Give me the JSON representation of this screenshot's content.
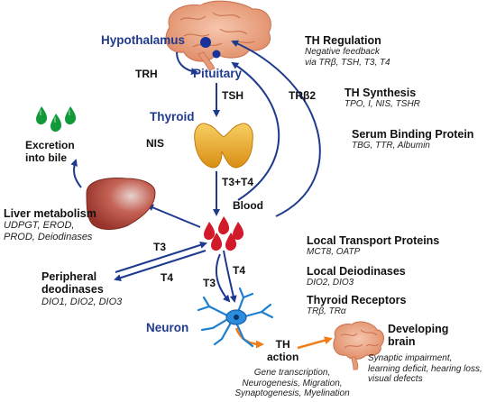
{
  "labels": {
    "hypothalamus": "Hypothalamus",
    "trh": "TRH",
    "pituitary": "Pituitary",
    "tsh": "TSH",
    "thyroid": "Thyroid",
    "nis": "NIS",
    "t3t4": "T3+T4",
    "blood": "Blood",
    "trb2": "TRβ2",
    "excretion": [
      "Excretion",
      "into bile"
    ],
    "liver_title": "Liver metabolism",
    "liver_sub": [
      "UDPGT, EROD,",
      "PROD, Deiodinases"
    ],
    "t3_arrow": "T3",
    "t4_arrow": "T4",
    "t4_neuron": "T4",
    "t3_neuron": "T3",
    "peripheral_title": [
      "Peripheral",
      "deodinases"
    ],
    "peripheral_sub": "DIO1, DIO2, DIO3",
    "neuron": "Neuron",
    "th_action": [
      "TH",
      "action"
    ],
    "th_action_sub": [
      "Gene transcription,",
      "Neurogenesis, Migration,",
      "Synaptogenesis, Myelination"
    ],
    "developing_brain": [
      "Developing",
      "brain"
    ],
    "developing_sub": [
      "Synaptic impairment,",
      "learning deficit, hearing loss,",
      "visual defects"
    ]
  },
  "panels": {
    "th_regulation": {
      "title": "TH Regulation",
      "sub": [
        "Negative feedback",
        "via TRβ, TSH, T3, T4"
      ]
    },
    "th_synthesis": {
      "title": "TH Synthesis",
      "sub": "TPO, I, NIS, TSHR"
    },
    "serum_binding": {
      "title": "Serum Binding Protein",
      "sub": "TBG, TTR, Albumin"
    },
    "local_transport": {
      "title": "Local Transport Proteins",
      "sub": "MCT8, OATP"
    },
    "local_deiodinases": {
      "title": "Local Deiodinases",
      "sub": "DIO2, DIO3"
    },
    "thyroid_receptors": {
      "title": "Thyroid Receptors",
      "sub": "TRβ, TRα"
    }
  },
  "colors": {
    "arrow": "#1e3a8f",
    "orange_arrow": "#ef7d1a",
    "brain": "#f0a583",
    "liver": "#b5483b",
    "blood": "#d11a2a",
    "bile": "#129a3a",
    "thyroid": "#e8a422",
    "neuron": "#1f7fd0"
  },
  "icons": [
    "brain-icon",
    "liver-icon",
    "thyroid-icon",
    "blood-drops-icon",
    "bile-drops-icon",
    "neuron-icon",
    "small-brain-icon"
  ]
}
